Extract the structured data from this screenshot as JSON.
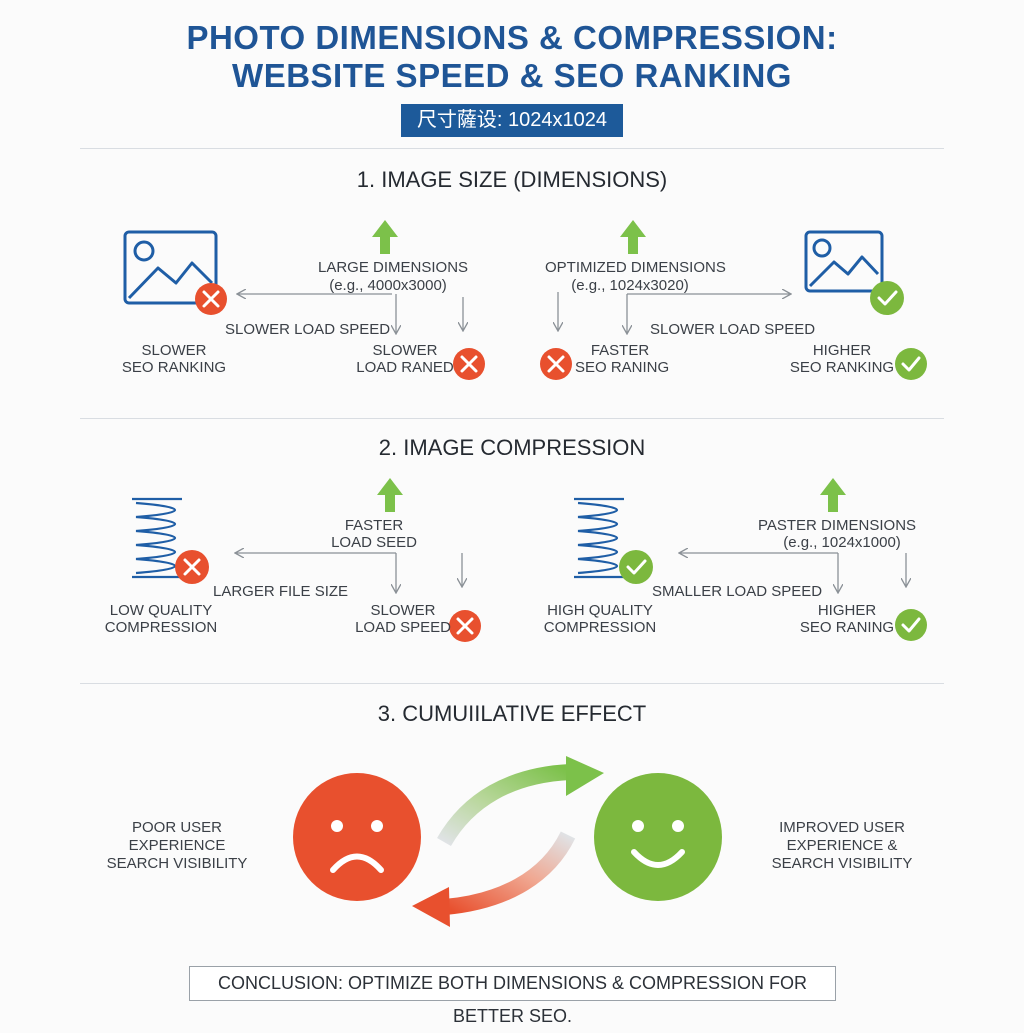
{
  "header": {
    "title_line1": "PHOTO DIMENSIONS & COMPRESSION:",
    "title_line2": "WEBSITE SPEED & SEO RANKING",
    "size_badge": "尺寸薩设: 1024x1024"
  },
  "section1": {
    "heading": "1. IMAGE SIZE (DIMENSIONS)",
    "left": {
      "label_large_dimensions": "LARGE DIMENSIONS",
      "label_large_example": "(e.g., 4000x3000)",
      "label_slower_load_speed": "SLOWER LOAD SPEED",
      "label_slower_seo_1": "SLOWER",
      "label_slower_seo_2": "SEO RANKING",
      "label_slower_load_1": "SLOWER",
      "label_slower_load_2": "LOAD RANED"
    },
    "right": {
      "label_optimized": "OPTIMIZED DIMENSIONS",
      "label_optimized_example": "(e.g., 1024x3020)",
      "label_slower_load_speed": "SLOWER LOAD SPEED",
      "label_faster_1": "FASTER",
      "label_faster_2": "SEO RANING",
      "label_higher_1": "HIGHER",
      "label_higher_2": "SEO RANKING"
    }
  },
  "section2": {
    "heading": "2. IMAGE COMPRESSION",
    "left": {
      "label_faster_1": "FASTER",
      "label_faster_2": "LOAD SEED",
      "label_larger_file": "LARGER FILE SIZE",
      "label_low_quality_1": "LOW QUALITY",
      "label_low_quality_2": "COMPRESSION",
      "label_slower_1": "SLOWER",
      "label_slower_2": "LOAD SPEED"
    },
    "right": {
      "label_paster_1": "PASTER DIMENSIONS",
      "label_paster_2": "(e.g., 1024x1000)",
      "label_smaller_load": "SMALLER LOAD SPEED",
      "label_high_quality_1": "HIGH QUALITY",
      "label_high_quality_2": "COMPRESSION",
      "label_higher_1": "HIGHER",
      "label_higher_2": "SEO RANING"
    }
  },
  "section3": {
    "heading": "3. CUMUIILATIVE EFFECT",
    "left_1": "POOR USER",
    "left_2": "EXPERIENCE",
    "left_3": "SEARCH VISIBILITY",
    "right_1": "IMPROVED USER",
    "right_2": "EXPERIENCE &",
    "right_3": "SEARCH VISIBILITY"
  },
  "conclusion": "CONCLUSION: OPTIMIZE BOTH DIMENSIONS & COMPRESSION FOR BETTER SEO.",
  "colors": {
    "title_blue": "#1f5596",
    "badge_blue": "#1d5a9a",
    "icon_blue": "#1f5ea6",
    "error_red": "#e8502e",
    "success_green": "#7cb83e",
    "arrow_green": "#7cc14a",
    "line_gray": "#8a9096"
  }
}
